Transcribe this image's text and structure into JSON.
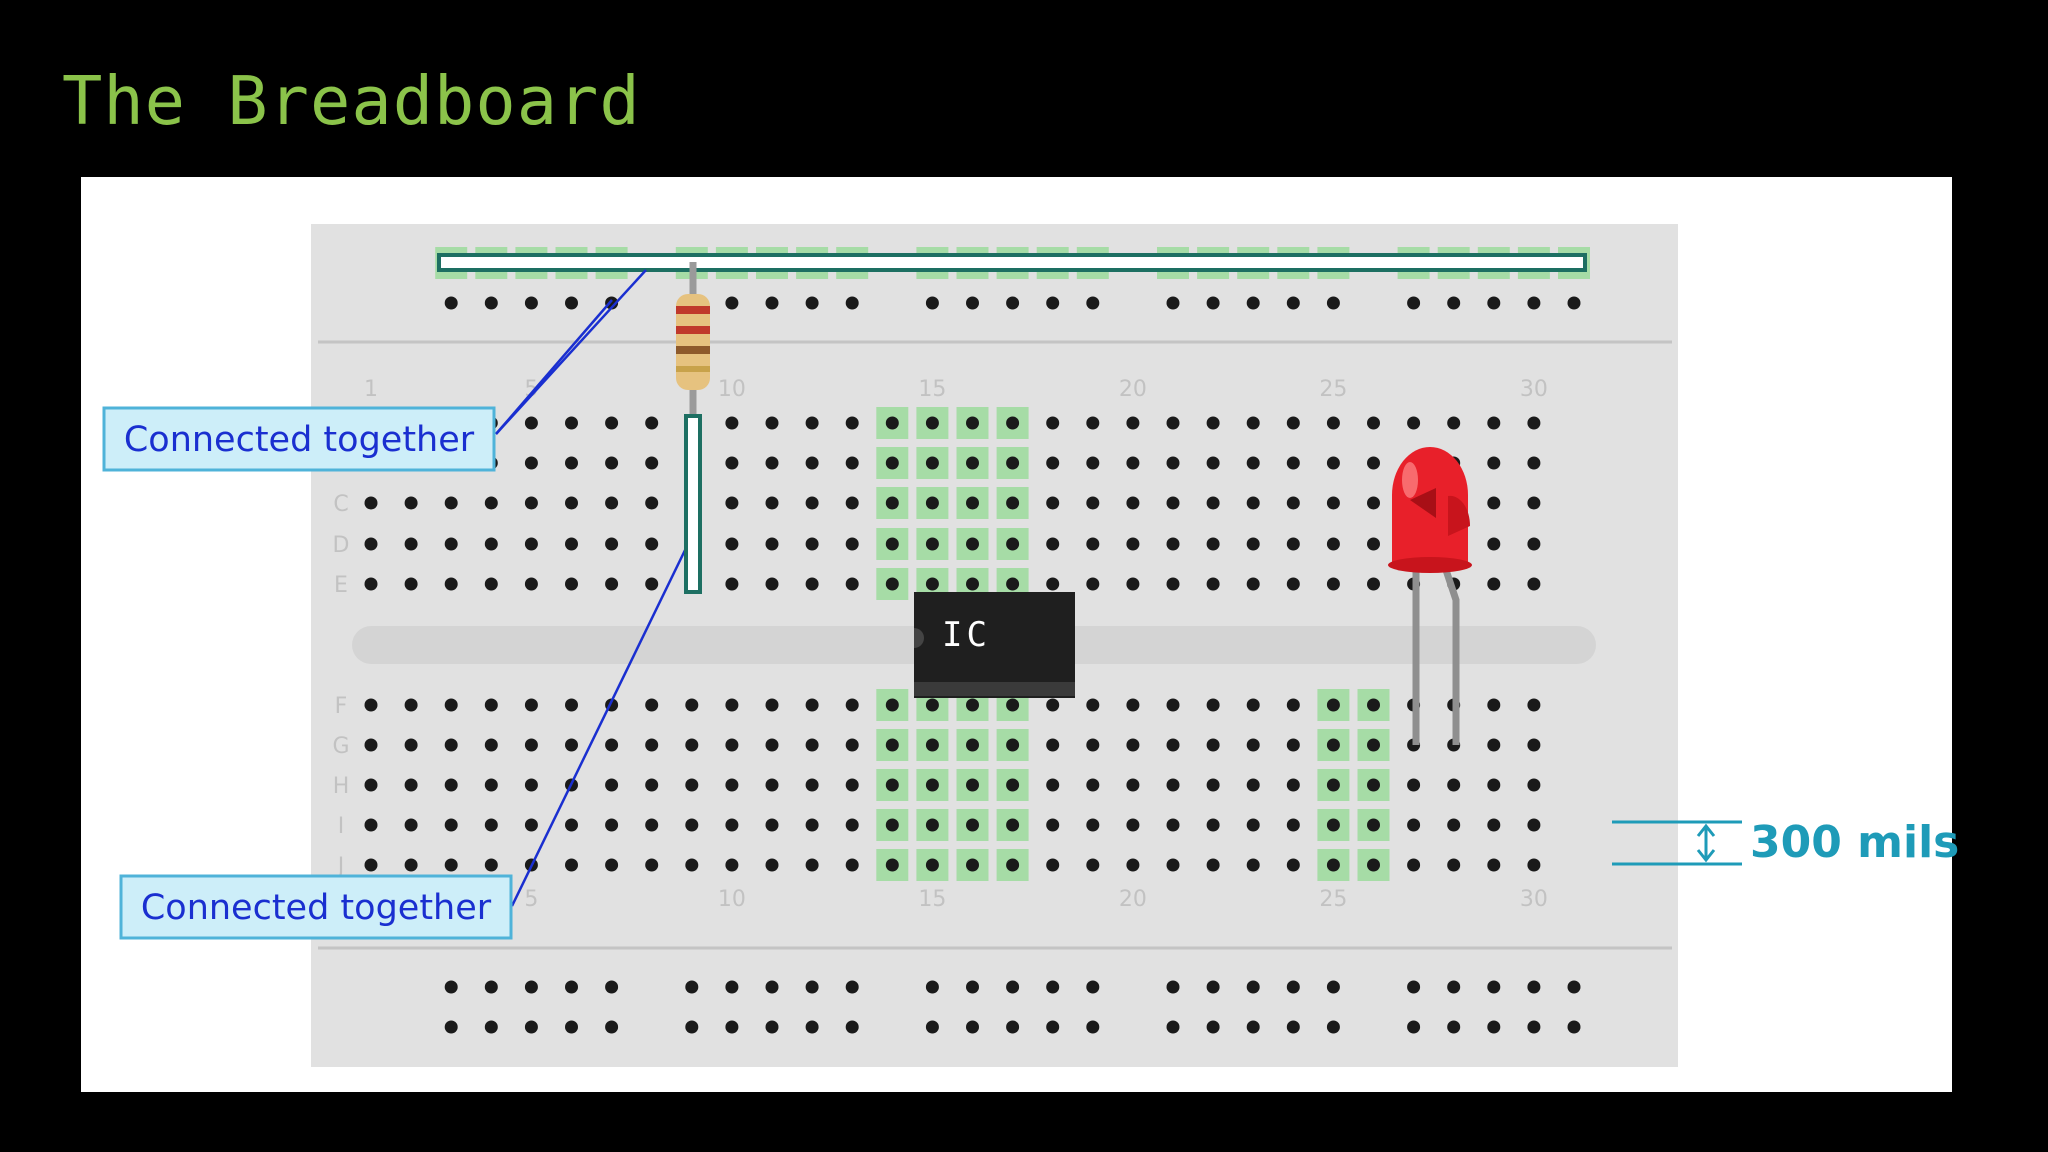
{
  "slide": {
    "title": "The Breadboard"
  },
  "breadboard": {
    "column_numbers": [
      "1",
      "5",
      "10",
      "15",
      "20",
      "25",
      "30"
    ],
    "top_row_letters": [
      "C",
      "D",
      "E"
    ],
    "bottom_row_letters": [
      "F",
      "G",
      "H",
      "I",
      "J"
    ],
    "ic_label": "IC"
  },
  "annotations": {
    "callout_top": "Connected together",
    "callout_bottom": "Connected together",
    "spacing_label": "300 mils"
  },
  "colors": {
    "background": "#000000",
    "title": "#8bc34a",
    "board": "#e1e1e1",
    "highlight": "#a6dca6",
    "callout_fill": "#cdeef9",
    "callout_border": "#4fb3d9",
    "callout_text": "#1a2fd0",
    "dimension": "#1e9bb8",
    "led": "#e8202a"
  }
}
